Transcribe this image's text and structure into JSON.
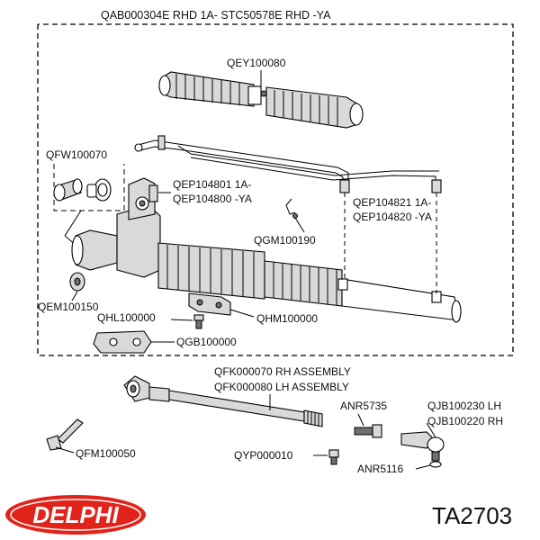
{
  "header": {
    "title": "QAB000304E RHD 1A- STC50578E RHD -YA"
  },
  "labels": {
    "qey": "QEY100080",
    "qfw": "QFW100070",
    "qep_a1": "QEP104801 1A-",
    "qep_a2": "QEP104800 -YA",
    "qep_b1": "QEP104821 1A-",
    "qep_b2": "QEP104820 -YA",
    "qgm": "QGM100190",
    "qem": "QEM100150",
    "qhl": "QHL100000",
    "qhm": "QHM100000",
    "qgb": "QGB100000",
    "qfk1": "QFK000070 RH ASSEMBLY",
    "qfk2": "QFK000080 LH ASSEMBLY",
    "anr5735": "ANR5735",
    "qjb1": "QJB100230 LH",
    "qjb2": "QJB100220 RH",
    "qfm": "QFM100050",
    "qyp": "QYP000010",
    "anr5116": "ANR5116"
  },
  "brand": {
    "logo_text": "DELPHI",
    "logo_color": "#e2231a",
    "part_number": "TA2703"
  }
}
